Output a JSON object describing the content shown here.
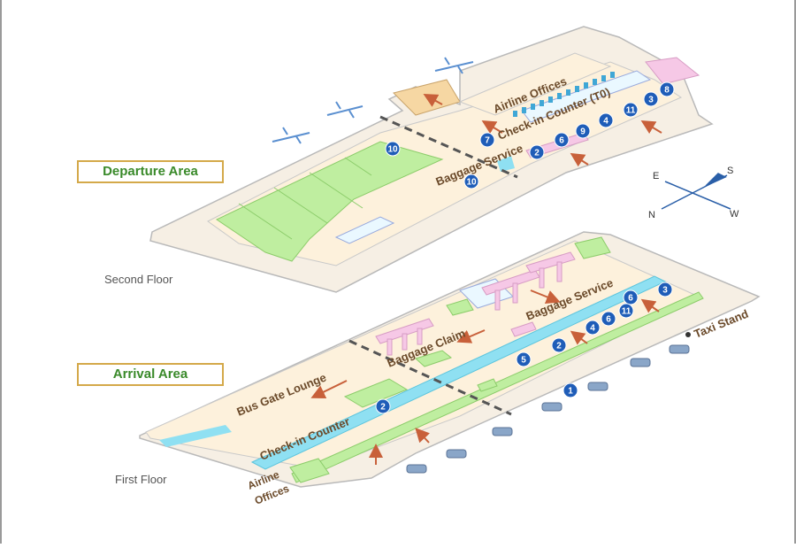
{
  "areas": {
    "departure": "Departure Area",
    "arrival": "Arrival Area"
  },
  "floors": {
    "second": "Second Floor",
    "first": "First Floor"
  },
  "labels": {
    "airline_offices_top": "Airline Offices",
    "checkin_top": "Check-in Counter (T0)",
    "baggage_service_top": "Baggage Service",
    "bus_gate_lounge": "Bus Gate Lounge",
    "baggage_claim": "Baggage Claim",
    "baggage_service_bottom": "Baggage Service",
    "taxi_stand": "Taxi Stand",
    "checkin_bottom": "Check-in Counter",
    "airline_offices_bottom_1": "Airline",
    "airline_offices_bottom_2": "Offices"
  },
  "compass": {
    "e": "E",
    "s": "S",
    "n": "N",
    "w": "W"
  },
  "markers": {
    "top": [
      "10",
      "7",
      "10",
      "2",
      "6",
      "9",
      "4",
      "11",
      "3",
      "8"
    ],
    "bottom": [
      "3",
      "6",
      "11",
      "6",
      "4",
      "2",
      "5",
      "2",
      "1"
    ]
  },
  "colors": {
    "floor": "#fdf1dc",
    "outline": "#b9b9b9",
    "green": "#bfeea0",
    "cyan": "#8fe0f2",
    "pink": "#f6c8e6",
    "marker": "#1f5db8",
    "arrow": "#c8603a"
  }
}
